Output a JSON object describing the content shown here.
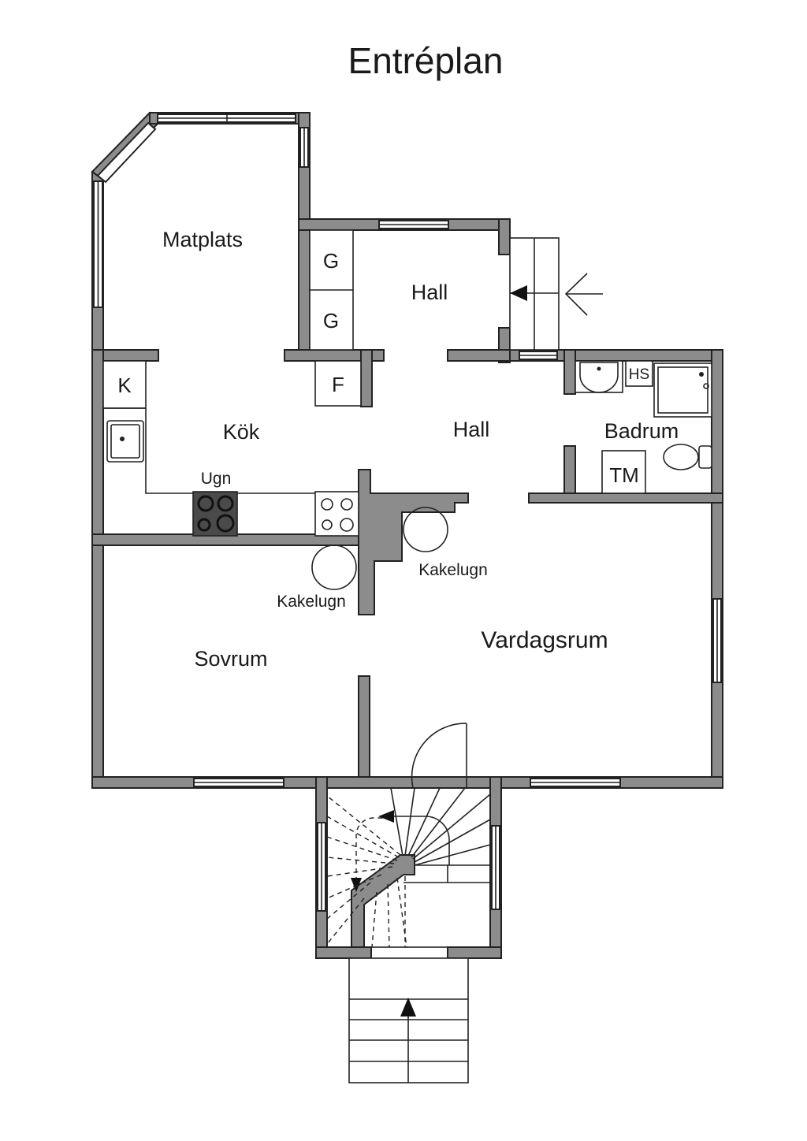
{
  "title": "Entréplan",
  "rooms": {
    "matplats": "Matplats",
    "hall_upper": "Hall",
    "hall_lower": "Hall",
    "kok": "Kök",
    "badrum": "Badrum",
    "sovrum": "Sovrum",
    "vardagsrum": "Vardagsrum"
  },
  "fixtures": {
    "garderob_1": "G",
    "garderob_2": "G",
    "frys": "F",
    "kyl": "K",
    "ugn": "Ugn",
    "hs": "HS",
    "tm": "TM",
    "kakelugn_1": "Kakelugn",
    "kakelugn_2": "Kakelugn"
  }
}
